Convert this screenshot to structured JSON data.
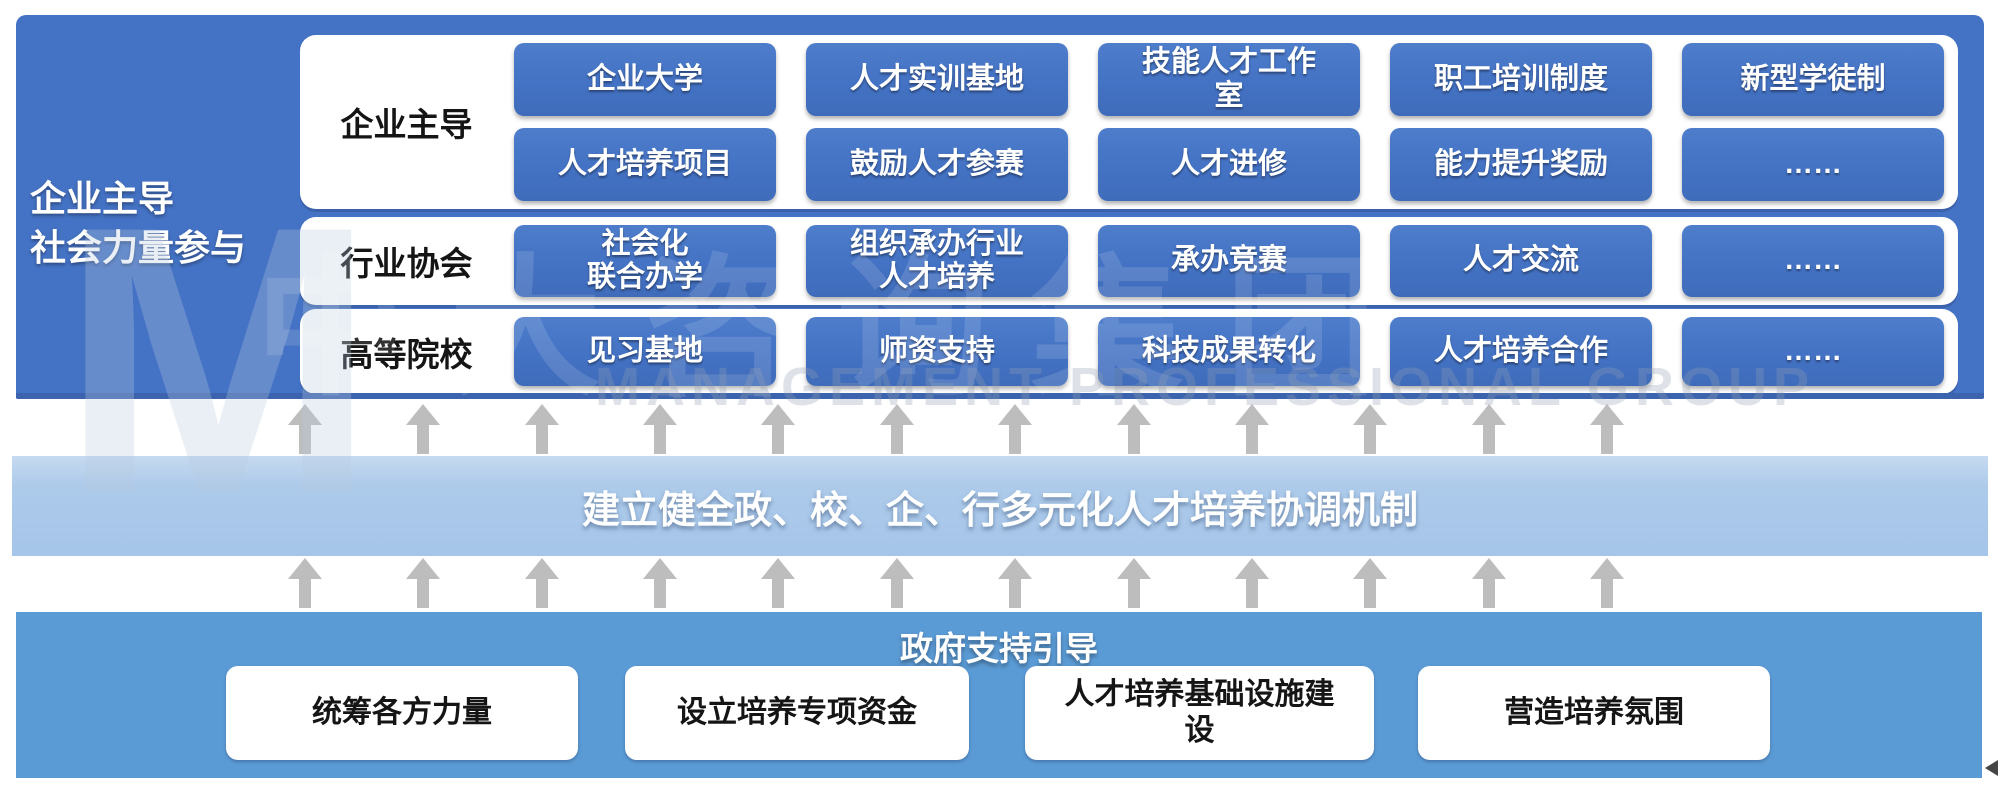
{
  "colors": {
    "primary_blue": "#4472c4",
    "band_light_blue": "#a5c5e9",
    "bottom_blue": "#5b9bd5",
    "arrow_gray": "#bdbdbd",
    "box_text": "#ffffff",
    "label_text": "#151515"
  },
  "left_label": {
    "text": "企业主导\n社会力量参与"
  },
  "top_rows": [
    {
      "label": "企业主导",
      "rows": [
        [
          "企业大学",
          "人才实训基地",
          "技能人才工作\n室",
          "职工培训制度",
          "新型学徒制"
        ],
        [
          "人才培养项目",
          "鼓励人才参赛",
          "人才进修",
          "能力提升奖励",
          "……"
        ]
      ]
    },
    {
      "label": "行业协会",
      "rows": [
        [
          "社会化\n联合办学",
          "组织承办行业\n人才培养",
          "承办竞赛",
          "人才交流",
          "……"
        ]
      ]
    },
    {
      "label": "高等院校",
      "rows": [
        [
          "见习基地",
          "师资支持",
          "科技成果转化",
          "人才培养合作",
          "……"
        ]
      ]
    }
  ],
  "middle_band": {
    "text": "建立健全政、校、企、行多元化人才培养协调机制"
  },
  "bottom": {
    "title": "政府支持引导",
    "boxes": [
      "统筹各方力量",
      "设立培养专项资金",
      "人才培养基础设施建\n设",
      "营造培养氛围"
    ]
  },
  "watermark": {
    "letter": "M",
    "cn": "中大咨询集团",
    "en": "MANAGEMENT PROFESSIONAL GROUP"
  }
}
